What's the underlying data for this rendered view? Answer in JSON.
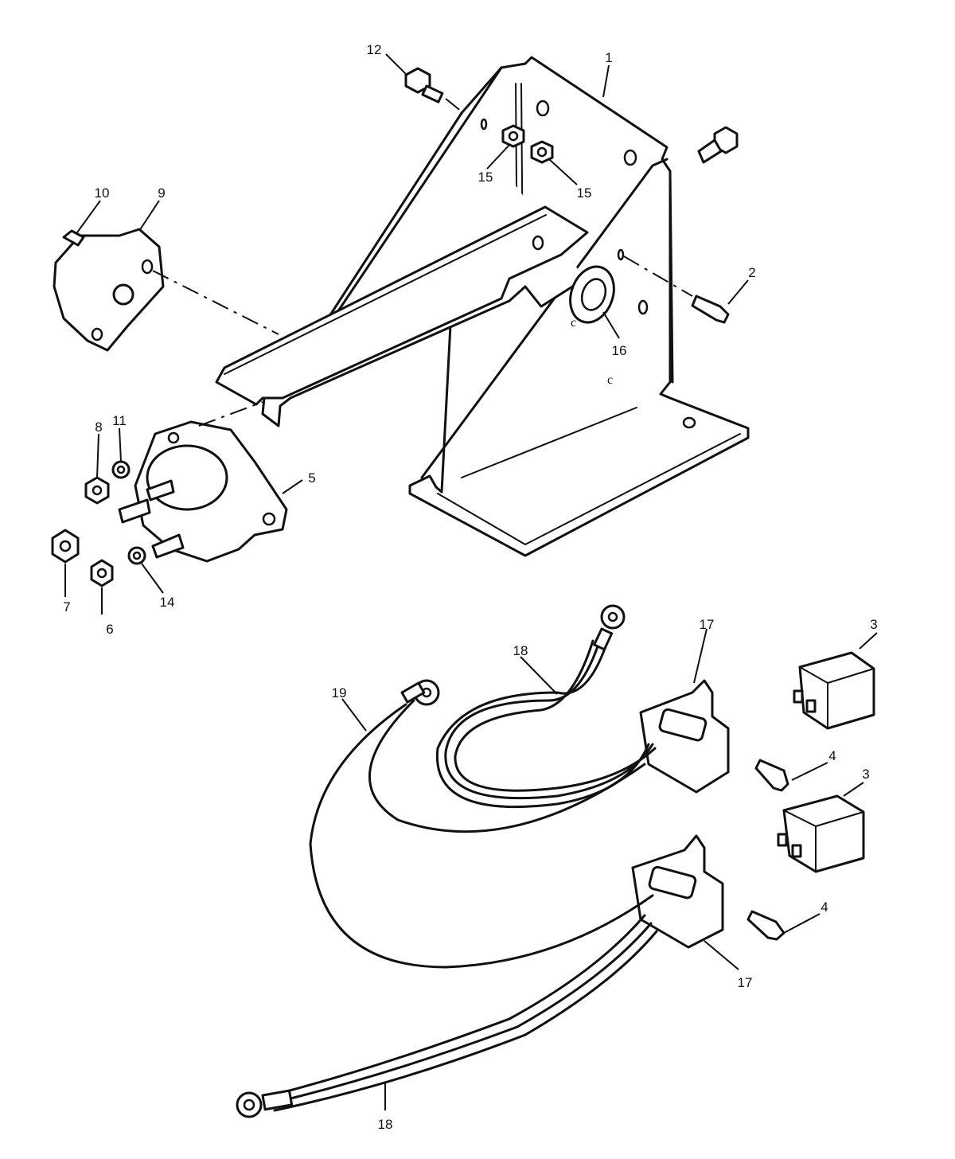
{
  "callouts": [
    {
      "id": "c1",
      "label": "1"
    },
    {
      "id": "c2",
      "label": "2"
    },
    {
      "id": "c3a",
      "label": "3"
    },
    {
      "id": "c3b",
      "label": "3"
    },
    {
      "id": "c4a",
      "label": "4"
    },
    {
      "id": "c4b",
      "label": "4"
    },
    {
      "id": "c5",
      "label": "5"
    },
    {
      "id": "c6",
      "label": "6"
    },
    {
      "id": "c7",
      "label": "7"
    },
    {
      "id": "c8",
      "label": "8"
    },
    {
      "id": "c9",
      "label": "9"
    },
    {
      "id": "c10",
      "label": "10"
    },
    {
      "id": "c11",
      "label": "11"
    },
    {
      "id": "c12",
      "label": "12"
    },
    {
      "id": "c14",
      "label": "14"
    },
    {
      "id": "c15a",
      "label": "15"
    },
    {
      "id": "c15b",
      "label": "15"
    },
    {
      "id": "c16",
      "label": "16"
    },
    {
      "id": "c17a",
      "label": "17"
    },
    {
      "id": "c17b",
      "label": "17"
    },
    {
      "id": "c18a",
      "label": "18"
    },
    {
      "id": "c18b",
      "label": "18"
    },
    {
      "id": "c19",
      "label": "19"
    }
  ]
}
